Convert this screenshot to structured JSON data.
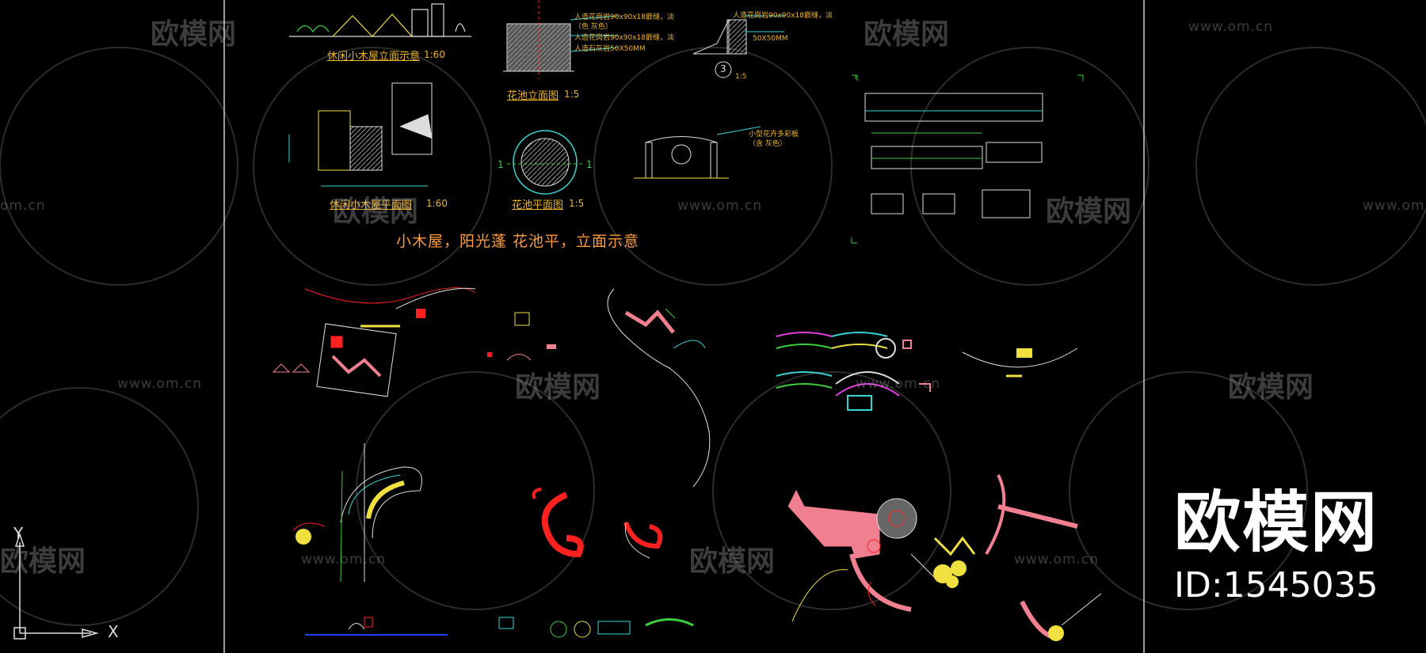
{
  "drawing": {
    "titles": {
      "cabin_elevation": "休闲小木屋立面示意",
      "cabin_elevation_scale": "1:60",
      "flowerbed_elevation": "花池立面图",
      "flowerbed_elevation_scale": "1:5",
      "cabin_plan": "休闲小木屋平面图",
      "cabin_plan_scale": "1:60",
      "flowerbed_plan": "花池平面图",
      "flowerbed_plan_scale": "1:5",
      "section_scale": "1:5",
      "section_number": "3"
    },
    "caption": "小木屋，阳光蓬  花池平，立面示意",
    "notes": [
      "人造花岗岩90x90x18嵌缝，淡",
      "（色  灰色）",
      "人造花岗岩90x90x18嵌缝，淡",
      "人造石灰岩50X50MM",
      "50X50MM",
      "人造花岗岩90x90x18嵌缝，淡",
      "小型花卉多彩板",
      "（含  灰色）"
    ],
    "section_label_left": "1",
    "section_label_right": "1"
  },
  "ucs": {
    "x_label": "X",
    "y_label": "Y"
  },
  "watermark": {
    "brand_cn": "欧模网",
    "site": "www.om.cn",
    "site_short": "om.cn"
  },
  "brand": {
    "name": "欧模网",
    "id": "ID:1545035"
  },
  "colors": {
    "background": "#000000",
    "frame": "#d9d9d9",
    "yellow": "#f0e040",
    "cyan": "#39d3d3",
    "green": "#3cd03c",
    "red": "#ff2020",
    "pink": "#f07f8f",
    "magenta": "#e040e0",
    "orange": "#f0b429",
    "white": "#ffffff"
  }
}
